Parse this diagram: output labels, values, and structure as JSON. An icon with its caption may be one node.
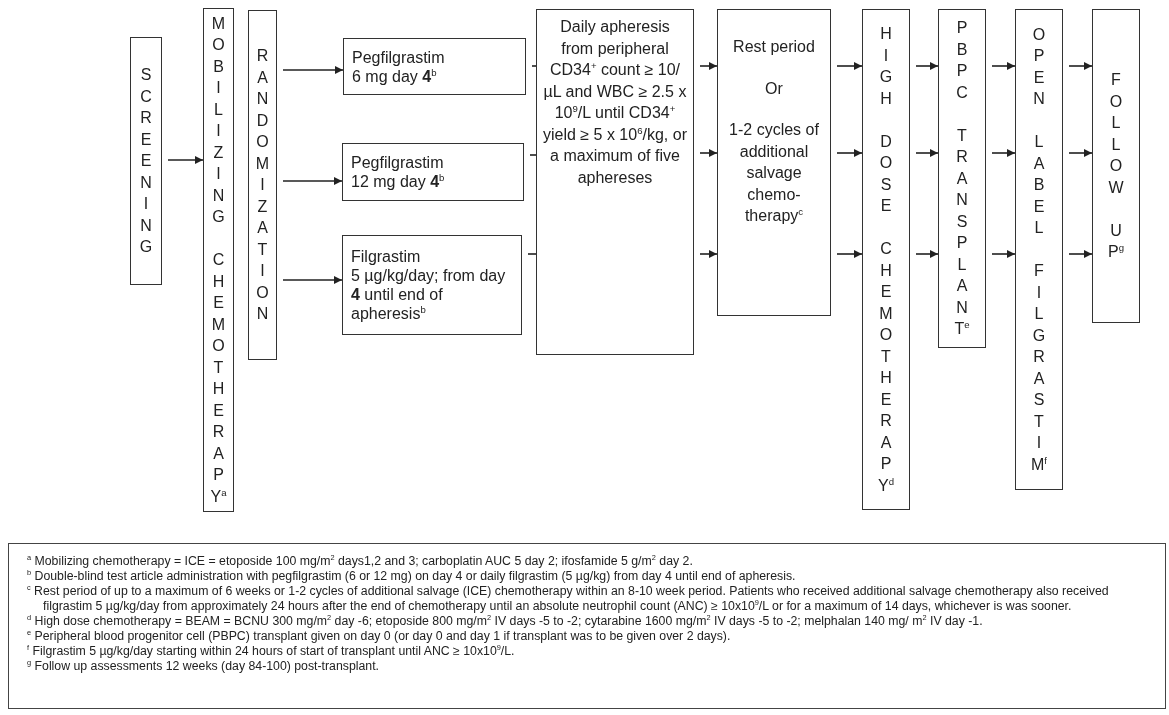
{
  "diagram": {
    "nodes": [
      {
        "text": [
          "SCREENING"
        ]
      },
      {
        "text": [
          "MOBILIZING CHEMOTHERAPY$^{a}$"
        ]
      },
      {
        "text": [
          "RANDOMIZATION"
        ]
      },
      {
        "text": [
          "Pegfilgrastim",
          "6 mg day **4**$^{b}$"
        ]
      },
      {
        "text": [
          "Pegfilgrastim",
          "12 mg day **4**$^{b}$"
        ]
      },
      {
        "text": [
          "Filgrastim",
          "5 µg/kg/day; from day **4** until end of apheresis$^{b}$"
        ]
      },
      {
        "text": [
          "Daily apheresis from peripheral CD34$^{+}$ count ≥ 10/µL and WBC ≥ 2.5 x 10$^{9}$/L until CD34$^{+}$ yield ≥ 5 x 10$^{6}$/kg, or a maximum of five aphereses"
        ]
      },
      {
        "text": [
          "Rest period",
          "Or",
          "1-2 cycles of additional salvage chemo-therapy$^{c}$"
        ]
      },
      {
        "text": [
          "HIGH DOSE CHEMOTHERAPY$^{d}$"
        ]
      },
      {
        "text": [
          "PBPC TRANSPLANT$^{e}$"
        ]
      },
      {
        "text": [
          "OPEN LABEL FILGRASTIM$^{f}$"
        ]
      },
      {
        "text": [
          "FOLLOW UP$^{g}$"
        ]
      }
    ],
    "edges": [
      {
        "from": 0,
        "to": 1,
        "arrow": "to"
      },
      {
        "from": 2,
        "to": 3,
        "arrow": "to"
      },
      {
        "from": 2,
        "to": 4,
        "arrow": "to"
      },
      {
        "from": 2,
        "to": 5,
        "arrow": "to"
      },
      {
        "from": 3,
        "to": 6,
        "arrow": "none"
      },
      {
        "from": 4,
        "to": 6,
        "arrow": "none"
      },
      {
        "from": 5,
        "to": 6,
        "arrow": "none"
      },
      {
        "from": 6,
        "to": 7,
        "arrow": "to"
      },
      {
        "from": 6,
        "to": 7,
        "arrow": "to"
      },
      {
        "from": 6,
        "to": 7,
        "arrow": "to"
      },
      {
        "from": 7,
        "to": 8,
        "arrow": "to"
      },
      {
        "from": 7,
        "to": 8,
        "arrow": "to"
      },
      {
        "from": 7,
        "to": 8,
        "arrow": "to"
      },
      {
        "from": 8,
        "to": 9,
        "arrow": "to"
      },
      {
        "from": 8,
        "to": 9,
        "arrow": "to"
      },
      {
        "from": 8,
        "to": 9,
        "arrow": "to"
      },
      {
        "from": 9,
        "to": 10,
        "arrow": "to"
      },
      {
        "from": 9,
        "to": 10,
        "arrow": "to"
      },
      {
        "from": 9,
        "to": 10,
        "arrow": "to"
      },
      {
        "from": 10,
        "to": 11,
        "arrow": "to"
      },
      {
        "from": 10,
        "to": 11,
        "arrow": "to"
      },
      {
        "from": 10,
        "to": 11,
        "arrow": "to"
      }
    ],
    "labels": [
      "$^{a}$ Mobilizing chemotherapy = ICE = etoposide 100 mg/m$^{2}$ days1,2 and 3; carboplatin AUC 5 day 2; ifosfamide 5 g/m$^{2}$ day 2.",
      "$^{b}$ Double-blind test article administration with pegfilgrastim (6 or 12 mg) on day 4 or daily filgrastim (5 µg/kg) from day 4 until end of apheresis.",
      "$^{c}$ Rest period of up to a maximum of 6 weeks or 1-2 cycles of additional salvage (ICE) chemotherapy within an 8-10 week period. Patients who received additional salvage chemotherapy also received filgrastim 5 µg/kg/day from approximately 24 hours after the end of chemotherapy until an absolute neutrophil count (ANC) ≥ 10x10$^{9}$/L or for a maximum of 14 days, whichever is was sooner.",
      "$^{d}$ High dose chemotherapy = BEAM = BCNU 300 mg/m$^{2}$ day -6; etoposide 800 mg/m$^{2}$ IV days -5 to -2; cytarabine 1600 mg/m$^{2}$ IV days -5 to -2; melphalan 140 mg/ m$^{2}$ IV day -1.",
      "$^{e}$ Peripheral blood progenitor cell (PBPC) transplant given on day 0 (or day 0 and day 1 if transplant was to be given over 2 days).",
      "$^{f}$ Filgrastim 5 µg/kg/day starting within 24 hours of start of transplant until ANC ≥ 10x10$^{9}$/L.",
      "$^{g}$ Follow up assessments 12 weeks (day 84-100) post-transplant."
    ]
  }
}
